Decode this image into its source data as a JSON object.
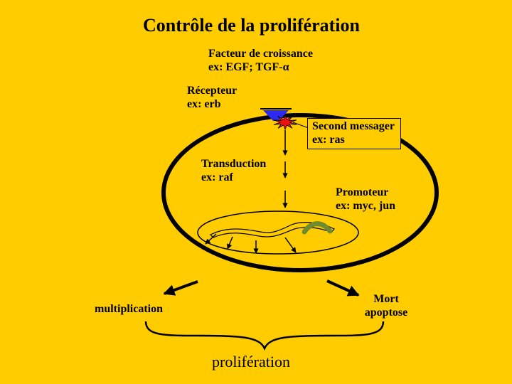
{
  "colors": {
    "background": "#FFCC00",
    "receptor": "#2A2AF0",
    "signal_burst": "#EE1111",
    "promoter_gene": "#6E8C2E",
    "outline": "#000000"
  },
  "title": "Contrôle de la prolifération",
  "growth_factor": {
    "line1": "Facteur de croissance",
    "line2_prefix": "ex: EGF; TGF-",
    "line2_symbol": "α"
  },
  "receptor": {
    "line1": "Récepteur",
    "line2": "ex: erb"
  },
  "second_messenger": {
    "line1": "Second messager",
    "line2": "ex: ras"
  },
  "transduction": {
    "line1": "Transduction",
    "line2": "ex: raf"
  },
  "promoter": {
    "line1": "Promoteur",
    "line2": "ex: myc, jun"
  },
  "outcomes": {
    "multiplication": "multiplication",
    "death_line1": "Mort",
    "death_line2": "apoptose"
  },
  "brace_label": "prolifération"
}
